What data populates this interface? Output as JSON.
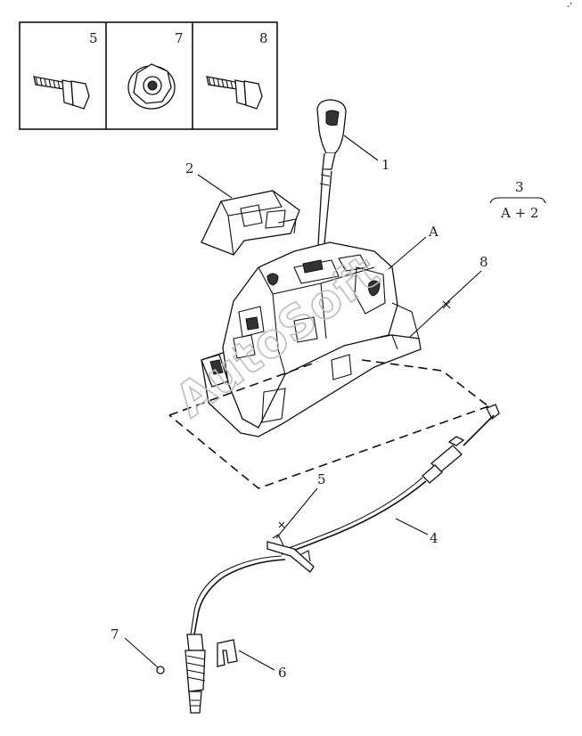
{
  "inset_labels": {
    "box1": "5",
    "box2": "7",
    "box3": "8"
  },
  "callouts": {
    "knob": "1",
    "cover": "2",
    "kit_number": "3",
    "kit_formula": "A + 2",
    "assembly": "A",
    "bolt_assembly": "8",
    "cable": "4",
    "cable_bolt": "5",
    "clip": "6",
    "cable_nut": "7"
  },
  "watermark": "AutoSoft",
  "corner_mark": "-'"
}
